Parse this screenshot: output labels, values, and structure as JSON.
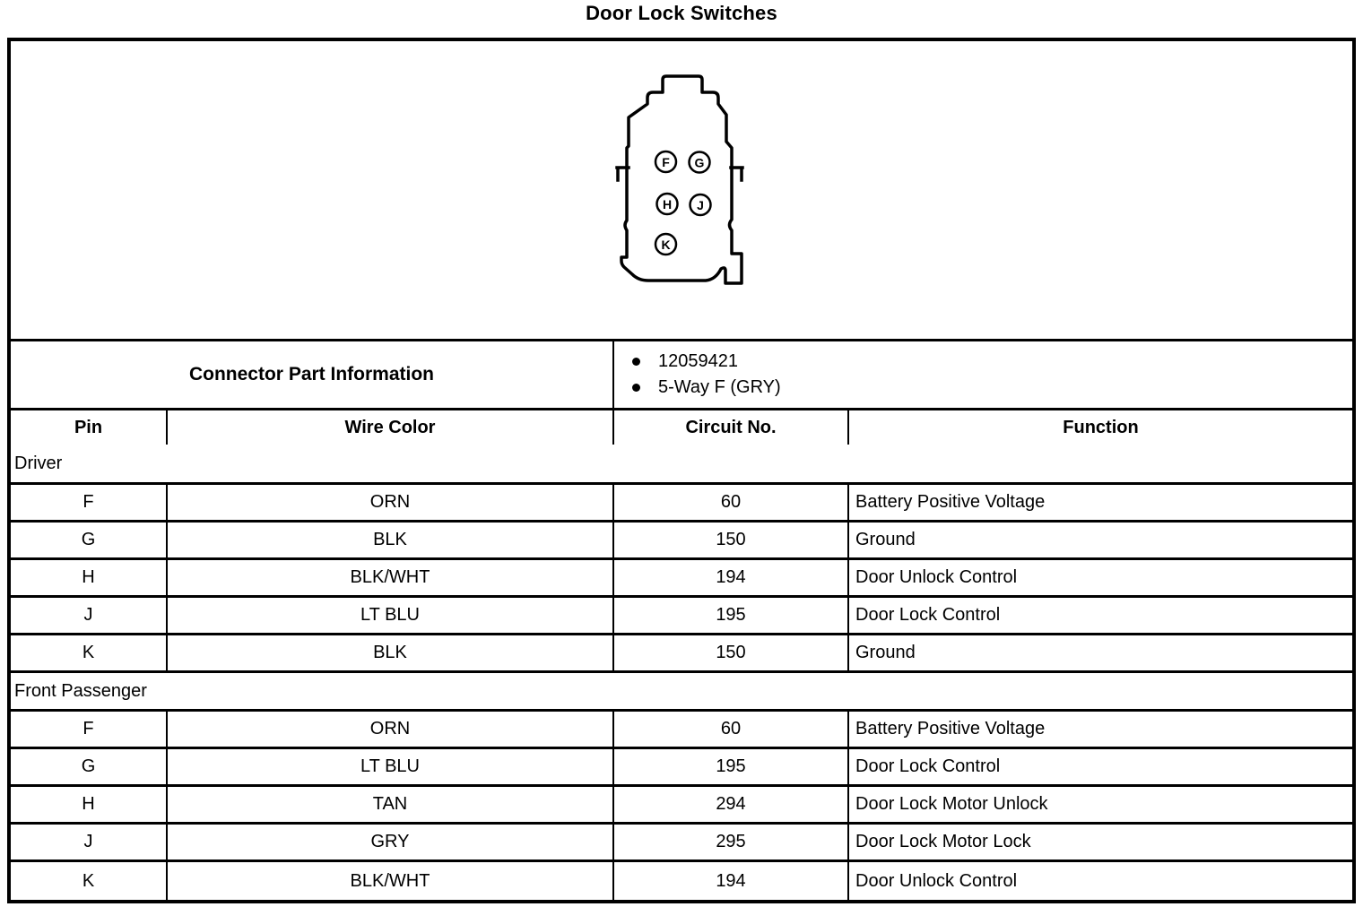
{
  "title": "Door Lock Switches",
  "connector": {
    "part_info_label": "Connector Part Information",
    "part_info_items": [
      "12059421",
      "5-Way F (GRY)"
    ],
    "pins": [
      {
        "label": "F"
      },
      {
        "label": "G"
      },
      {
        "label": "H"
      },
      {
        "label": "J"
      },
      {
        "label": "K"
      }
    ]
  },
  "table": {
    "headers": {
      "pin": "Pin",
      "wire_color": "Wire Color",
      "circuit": "Circuit No.",
      "function": "Function"
    },
    "sections": [
      {
        "label": "Driver",
        "rows": [
          {
            "pin": "F",
            "wire_color": "ORN",
            "circuit": "60",
            "function": "Battery Positive Voltage"
          },
          {
            "pin": "G",
            "wire_color": "BLK",
            "circuit": "150",
            "function": "Ground"
          },
          {
            "pin": "H",
            "wire_color": "BLK/WHT",
            "circuit": "194",
            "function": "Door Unlock Control"
          },
          {
            "pin": "J",
            "wire_color": "LT BLU",
            "circuit": "195",
            "function": "Door Lock Control"
          },
          {
            "pin": "K",
            "wire_color": "BLK",
            "circuit": "150",
            "function": "Ground"
          }
        ]
      },
      {
        "label": "Front Passenger",
        "rows": [
          {
            "pin": "F",
            "wire_color": "ORN",
            "circuit": "60",
            "function": "Battery Positive Voltage"
          },
          {
            "pin": "G",
            "wire_color": "LT BLU",
            "circuit": "195",
            "function": "Door Lock Control"
          },
          {
            "pin": "H",
            "wire_color": "TAN",
            "circuit": "294",
            "function": "Door Lock Motor Unlock"
          },
          {
            "pin": "J",
            "wire_color": "GRY",
            "circuit": "295",
            "function": "Door Lock Motor Lock"
          },
          {
            "pin": "K",
            "wire_color": "BLK/WHT",
            "circuit": "194",
            "function": "Door Unlock Control"
          }
        ]
      }
    ]
  },
  "colors": {
    "ink": "#000000",
    "background": "#ffffff"
  }
}
